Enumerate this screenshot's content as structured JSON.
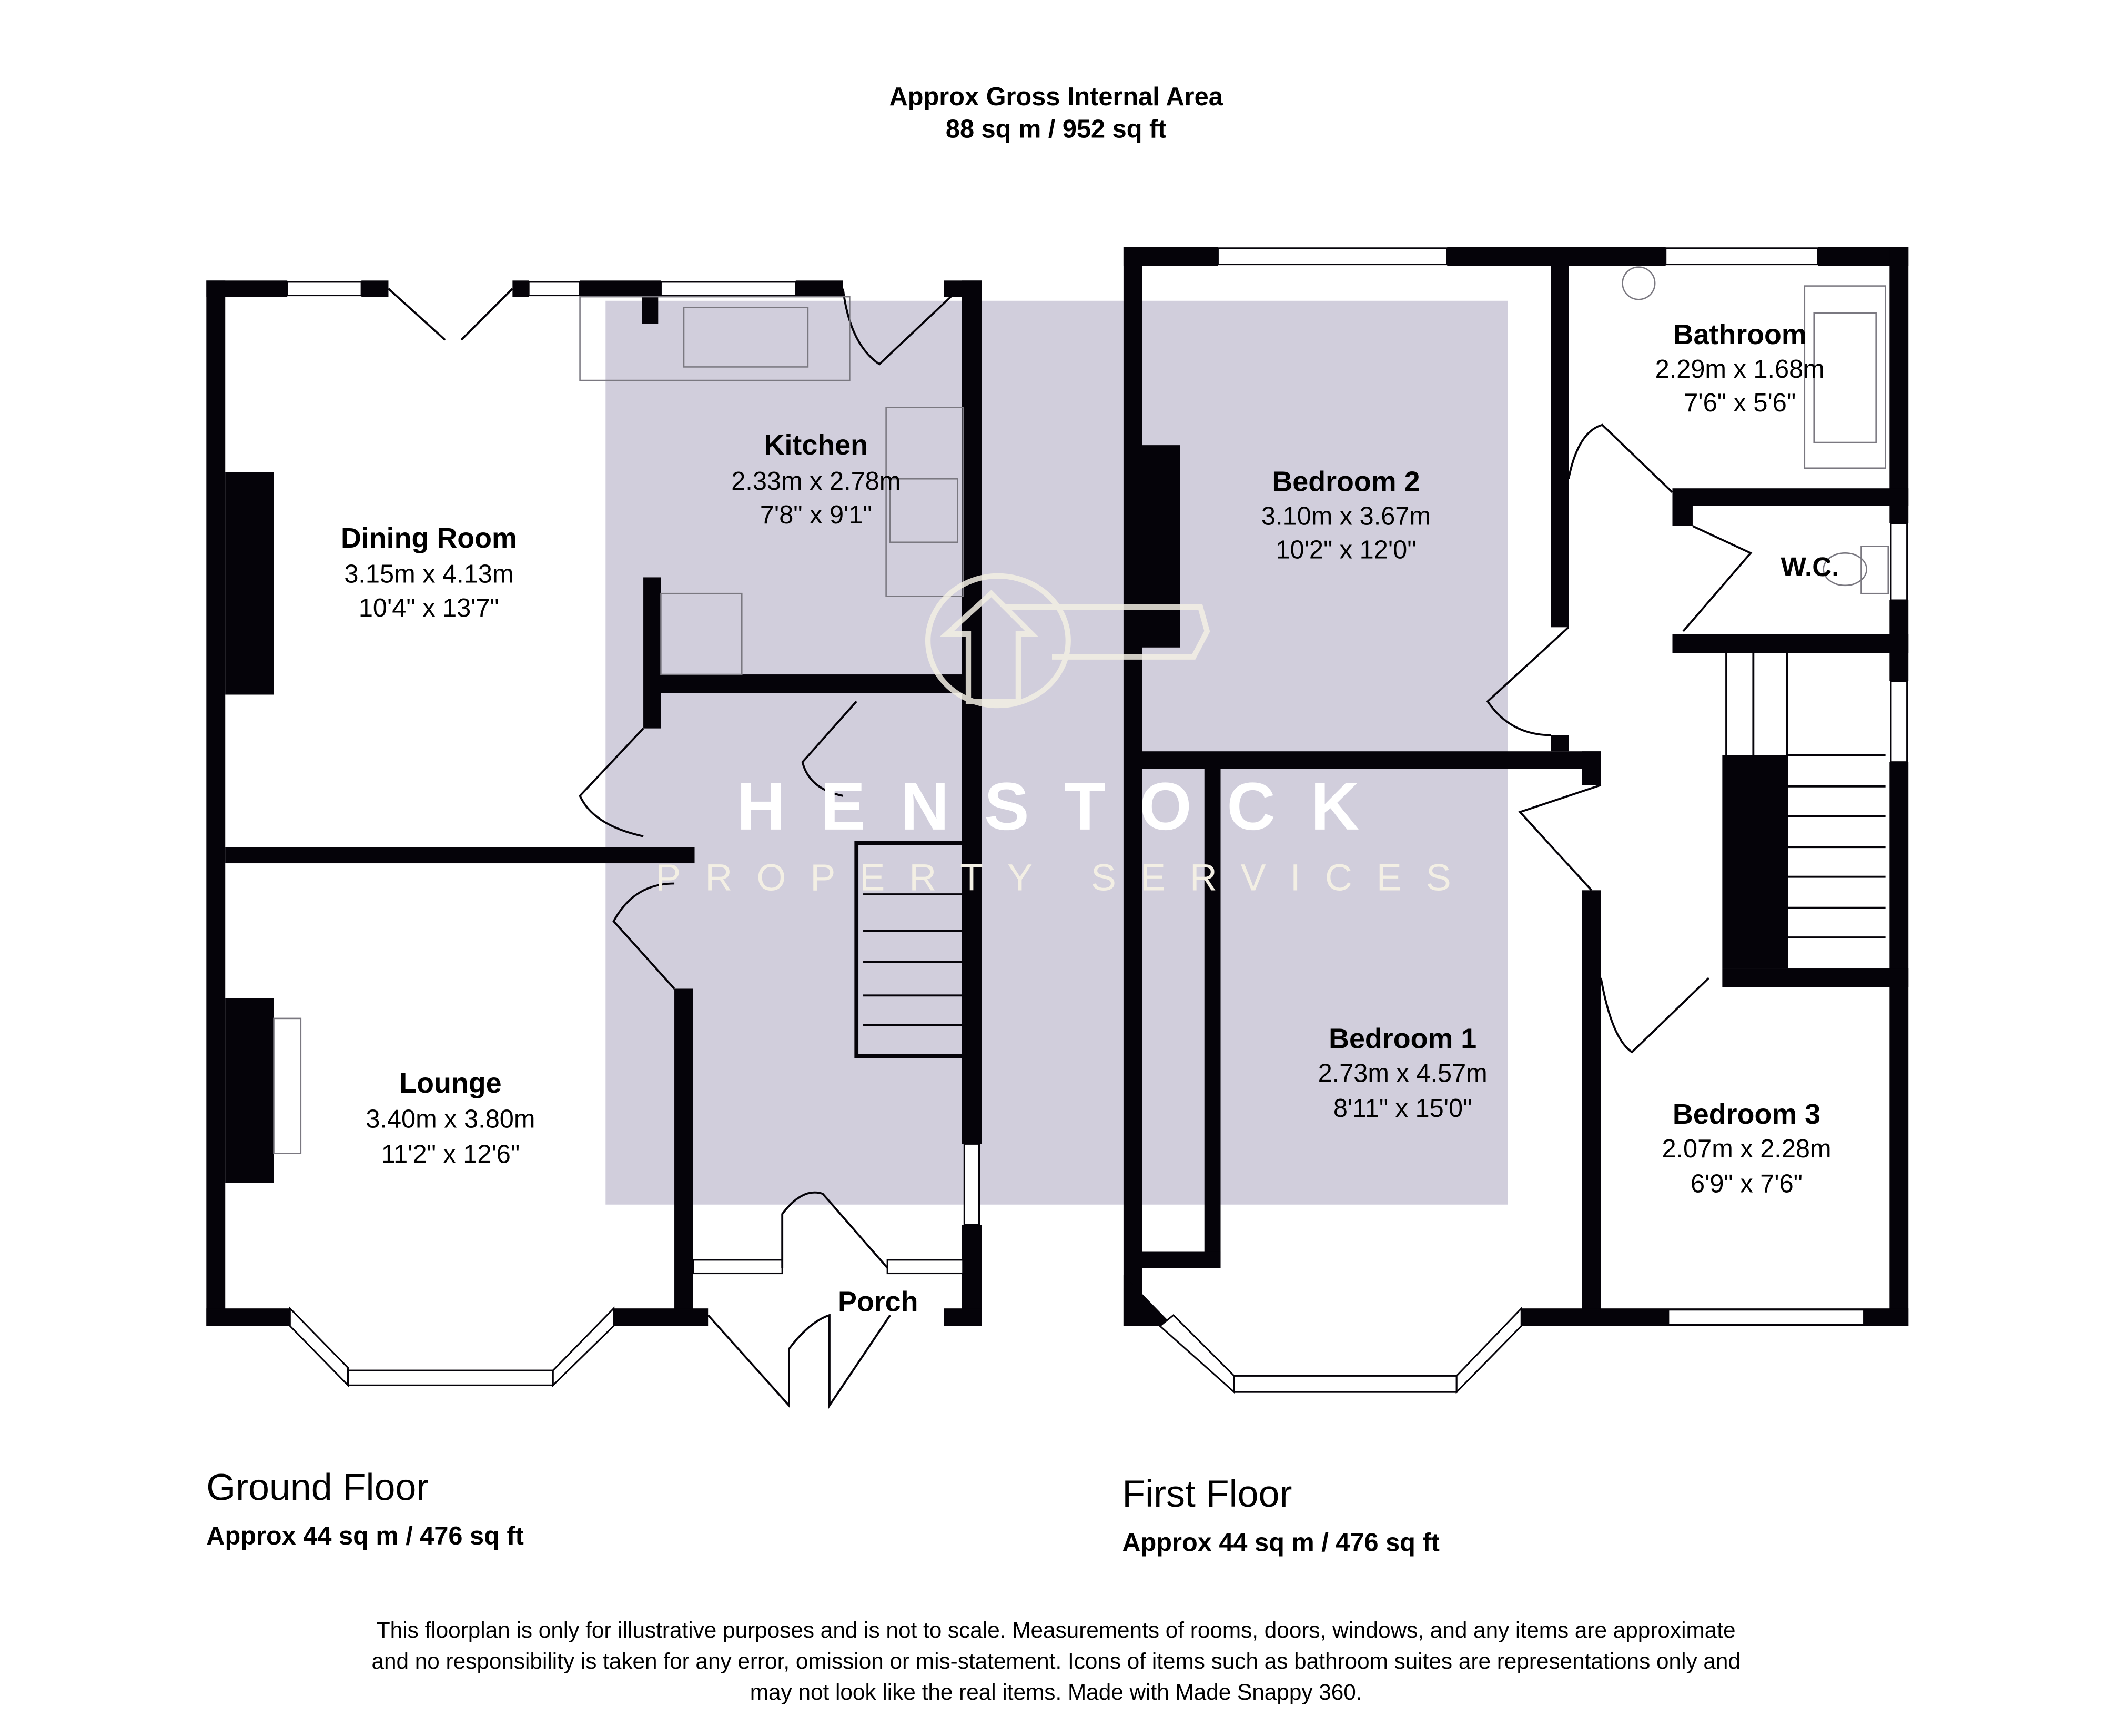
{
  "header": {
    "title": "Approx Gross Internal Area",
    "total_area": "88 sq m / 952 sq ft"
  },
  "ground_floor": {
    "label": "Ground Floor",
    "area": "Approx 44 sq m / 476 sq ft",
    "rooms": [
      {
        "name": "Dining Room",
        "metric": "3.15m x 4.13m",
        "imperial": "10'4\" x 13'7\""
      },
      {
        "name": "Kitchen",
        "metric": "2.33m x 2.78m",
        "imperial": "7'8\" x 9'1\""
      },
      {
        "name": "Lounge",
        "metric": "3.40m x 3.80m",
        "imperial": "11'2\" x 12'6\""
      },
      {
        "name": "Porch"
      }
    ]
  },
  "first_floor": {
    "label": "First Floor",
    "area": "Approx 44 sq m / 476 sq ft",
    "rooms": [
      {
        "name": "Bedroom 2",
        "metric": "3.10m x 3.67m",
        "imperial": "10'2\" x 12'0\""
      },
      {
        "name": "Bathroom",
        "metric": "2.29m x 1.68m",
        "imperial": "7'6\" x 5'6\""
      },
      {
        "name": "W.C."
      },
      {
        "name": "Bedroom 1",
        "metric": "2.73m x 4.57m",
        "imperial": "8'11\" x 15'0\""
      },
      {
        "name": "Bedroom 3",
        "metric": "2.07m x 2.28m",
        "imperial": "6'9\" x 7'6\""
      }
    ]
  },
  "watermark": {
    "brand": "HENSTOCK",
    "tagline": "PROPERTY SERVICES"
  },
  "disclaimer": [
    "This floorplan is only for illustrative purposes and is not to scale. Measurements of rooms, doors, windows, and any items are approximate",
    "and no responsibility is taken for any error, omission or mis-statement. Icons of items such as bathroom suites are representations only and",
    "may not look like the real items. Made with Made Snappy 360."
  ],
  "colors": {
    "wall": "#050309",
    "overlay": "#d1cedc",
    "watermark": "#f3efe4"
  }
}
